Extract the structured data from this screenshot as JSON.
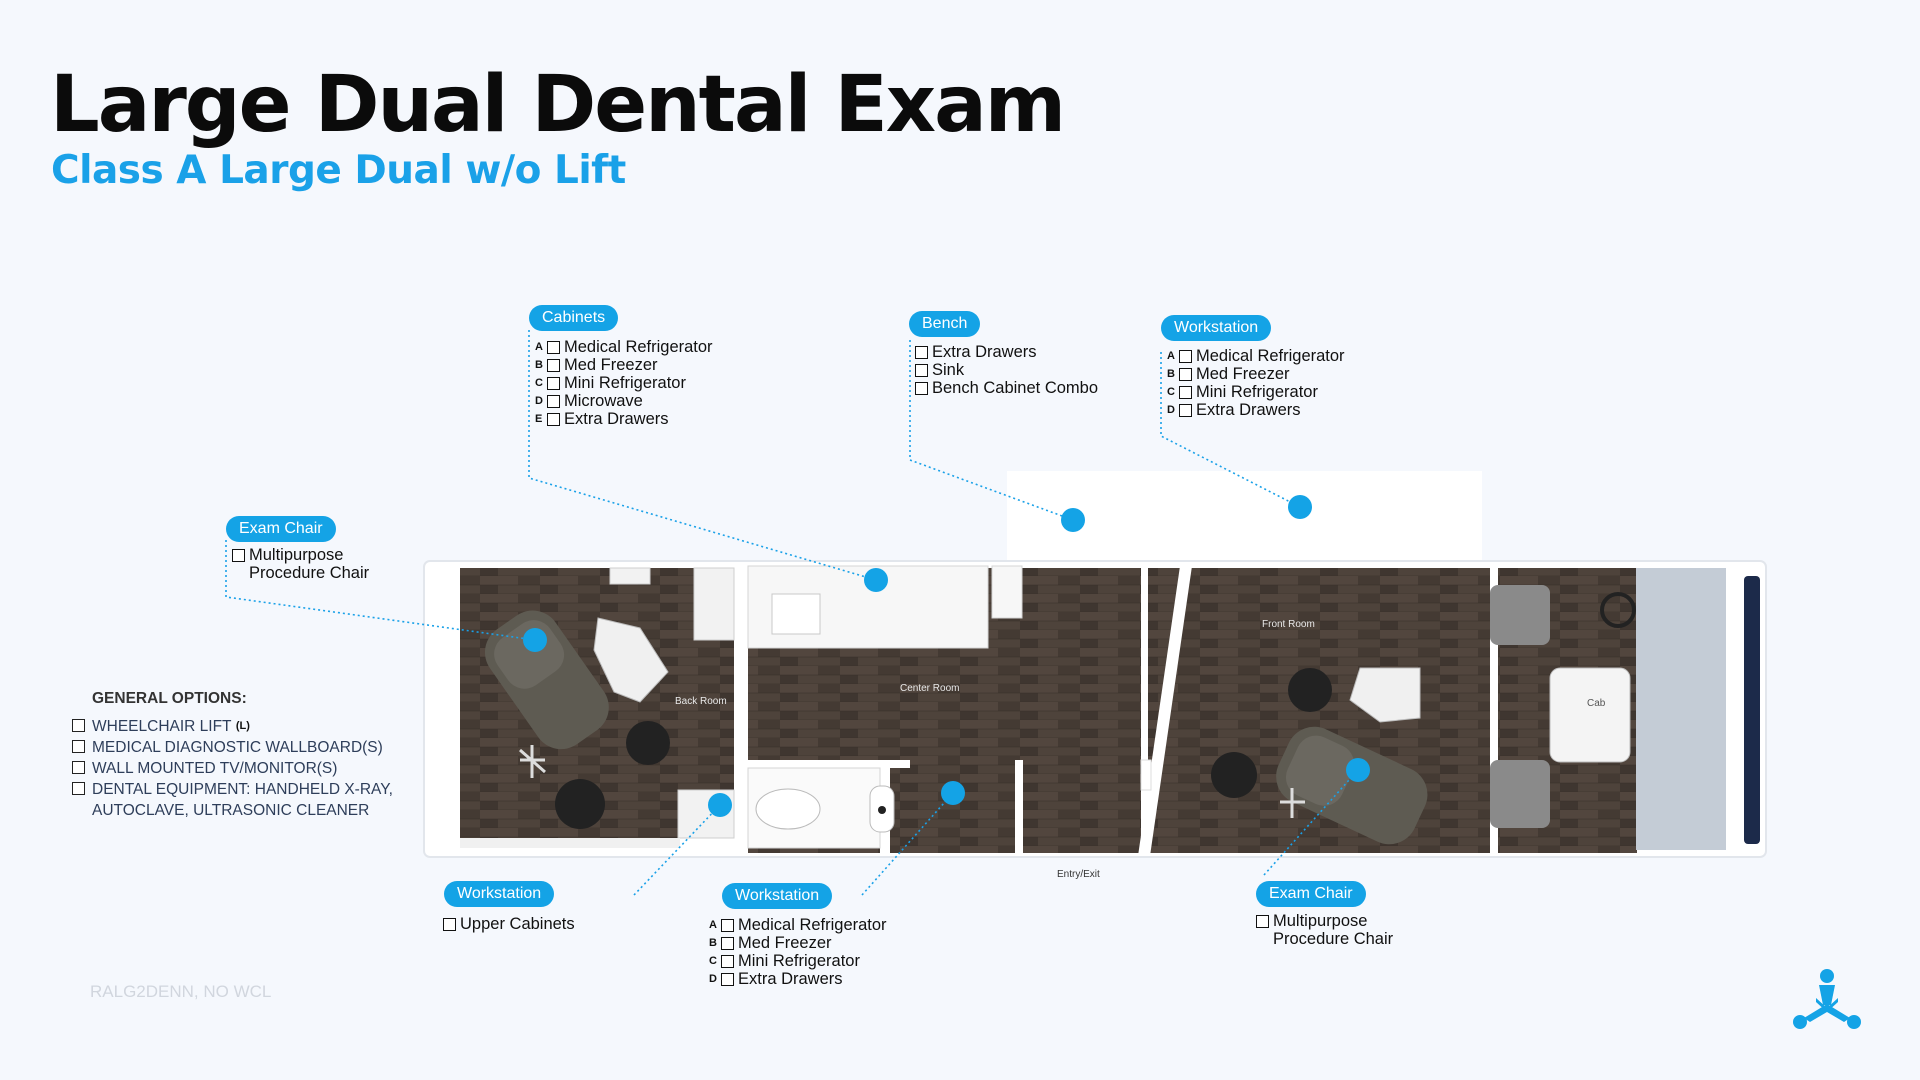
{
  "title": "Large Dual Dental Exam",
  "subtitle": "Class A Large Dual w/o Lift",
  "rooms": {
    "back": "Back Room",
    "center": "Center Room",
    "front": "Front Room",
    "cab": "Cab",
    "entry": "Entry/Exit"
  },
  "callouts": {
    "cabinets": {
      "label": "Cabinets",
      "items": [
        {
          "letter": "A",
          "text": "Medical Refrigerator"
        },
        {
          "letter": "B",
          "text": "Med Freezer"
        },
        {
          "letter": "C",
          "text": "Mini Refrigerator"
        },
        {
          "letter": "D",
          "text": "Microwave"
        },
        {
          "letter": "E",
          "text": "Extra Drawers"
        }
      ]
    },
    "bench": {
      "label": "Bench",
      "items": [
        "Extra Drawers",
        "Sink",
        "Bench Cabinet Combo"
      ]
    },
    "workstation_top": {
      "label": "Workstation",
      "items": [
        {
          "letter": "A",
          "text": "Medical Refrigerator"
        },
        {
          "letter": "B",
          "text": "Med Freezer"
        },
        {
          "letter": "C",
          "text": "Mini Refrigerator"
        },
        {
          "letter": "D",
          "text": "Extra Drawers"
        }
      ]
    },
    "exam_chair_left": {
      "label": "Exam Chair",
      "line1": "Multipurpose",
      "line2": "Procedure Chair"
    },
    "workstation_left": {
      "label": "Workstation",
      "items": [
        "Upper Cabinets"
      ]
    },
    "workstation_mid": {
      "label": "Workstation",
      "items": [
        {
          "letter": "A",
          "text": "Medical Refrigerator"
        },
        {
          "letter": "B",
          "text": "Med Freezer"
        },
        {
          "letter": "C",
          "text": "Mini Refrigerator"
        },
        {
          "letter": "D",
          "text": "Extra Drawers"
        }
      ]
    },
    "exam_chair_right": {
      "label": "Exam Chair",
      "line1": "Multipurpose",
      "line2": "Procedure Chair"
    }
  },
  "general_options": {
    "heading": "GENERAL OPTIONS:",
    "items": [
      {
        "text": "WHEELCHAIR LIFT",
        "suffix": "(L)"
      },
      {
        "text": "MEDICAL DIAGNOSTIC WALLBOARD(S)"
      },
      {
        "text": "WALL MOUNTED TV/MONITOR(S)"
      },
      {
        "text": "DENTAL EQUIPMENT: HANDHELD X-RAY,",
        "text2": "AUTOCLAVE, ULTRASONIC CLEANER"
      }
    ]
  },
  "model_code": "RALG2DENN, NO WCL",
  "colors": {
    "accent": "#14a3e6",
    "title": "#0b0b0b",
    "subtitle": "#1aa1e8",
    "floor": "#4a3f38",
    "background": "#f5f8fd"
  },
  "icons": [
    "logo-icon",
    "checkbox-icon",
    "callout-dot-icon"
  ]
}
